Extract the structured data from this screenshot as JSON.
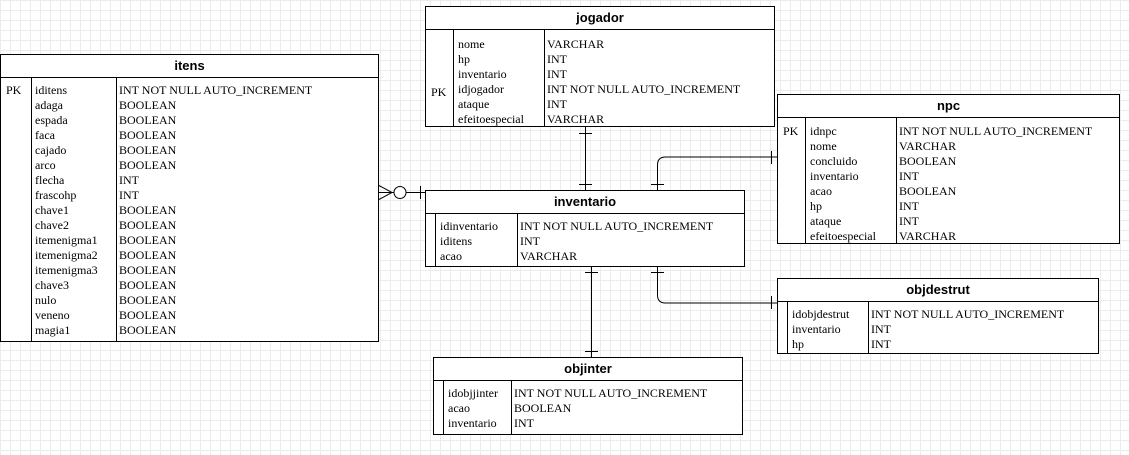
{
  "tables": {
    "jogador": {
      "title": "jogador",
      "pk_label": "PK",
      "columns": [
        {
          "name": "nome",
          "type": "VARCHAR"
        },
        {
          "name": "hp",
          "type": "INT"
        },
        {
          "name": "inventario",
          "type": "INT"
        },
        {
          "name": "idjogador",
          "type": "INT NOT NULL AUTO_INCREMENT"
        },
        {
          "name": "ataque",
          "type": "INT"
        },
        {
          "name": "efeitoespecial",
          "type": "VARCHAR"
        }
      ]
    },
    "itens": {
      "title": "itens",
      "pk_label": "PK",
      "columns": [
        {
          "name": "iditens",
          "type": "INT NOT NULL AUTO_INCREMENT"
        },
        {
          "name": "adaga",
          "type": "BOOLEAN"
        },
        {
          "name": "espada",
          "type": "BOOLEAN"
        },
        {
          "name": "faca",
          "type": "BOOLEAN"
        },
        {
          "name": "cajado",
          "type": "BOOLEAN"
        },
        {
          "name": "arco",
          "type": "BOOLEAN"
        },
        {
          "name": "flecha",
          "type": "INT"
        },
        {
          "name": "frascohp",
          "type": "INT"
        },
        {
          "name": "chave1",
          "type": "BOOLEAN"
        },
        {
          "name": "chave2",
          "type": "BOOLEAN"
        },
        {
          "name": "itemenigma1",
          "type": "BOOLEAN"
        },
        {
          "name": "itemenigma2",
          "type": "BOOLEAN"
        },
        {
          "name": "itemenigma3",
          "type": "BOOLEAN"
        },
        {
          "name": "chave3",
          "type": "BOOLEAN"
        },
        {
          "name": "nulo",
          "type": "BOOLEAN"
        },
        {
          "name": "veneno",
          "type": "BOOLEAN"
        },
        {
          "name": "magia1",
          "type": "BOOLEAN"
        }
      ]
    },
    "npc": {
      "title": "npc",
      "pk_label": "PK",
      "columns": [
        {
          "name": "idnpc",
          "type": "INT NOT NULL AUTO_INCREMENT"
        },
        {
          "name": "nome",
          "type": "VARCHAR"
        },
        {
          "name": "concluido",
          "type": "BOOLEAN"
        },
        {
          "name": "inventario",
          "type": "INT"
        },
        {
          "name": "acao",
          "type": "BOOLEAN"
        },
        {
          "name": "hp",
          "type": "INT"
        },
        {
          "name": "ataque",
          "type": "INT"
        },
        {
          "name": "efeitoespecial",
          "type": "VARCHAR"
        }
      ]
    },
    "inventario": {
      "title": "inventario",
      "columns": [
        {
          "name": "idinventario",
          "type": "INT NOT NULL AUTO_INCREMENT"
        },
        {
          "name": "iditens",
          "type": "INT"
        },
        {
          "name": "acao",
          "type": "VARCHAR"
        }
      ]
    },
    "objdestrut": {
      "title": "objdestrut",
      "columns": [
        {
          "name": "idobjdestrut",
          "type": "INT NOT NULL AUTO_INCREMENT"
        },
        {
          "name": "inventario",
          "type": "INT"
        },
        {
          "name": "hp",
          "type": "INT"
        }
      ]
    },
    "objinter": {
      "title": "objinter",
      "columns": [
        {
          "name": "idobjjinter",
          "type": "INT NOT NULL AUTO_INCREMENT"
        },
        {
          "name": "acao",
          "type": "BOOLEAN"
        },
        {
          "name": "inventario",
          "type": "INT"
        }
      ]
    }
  }
}
